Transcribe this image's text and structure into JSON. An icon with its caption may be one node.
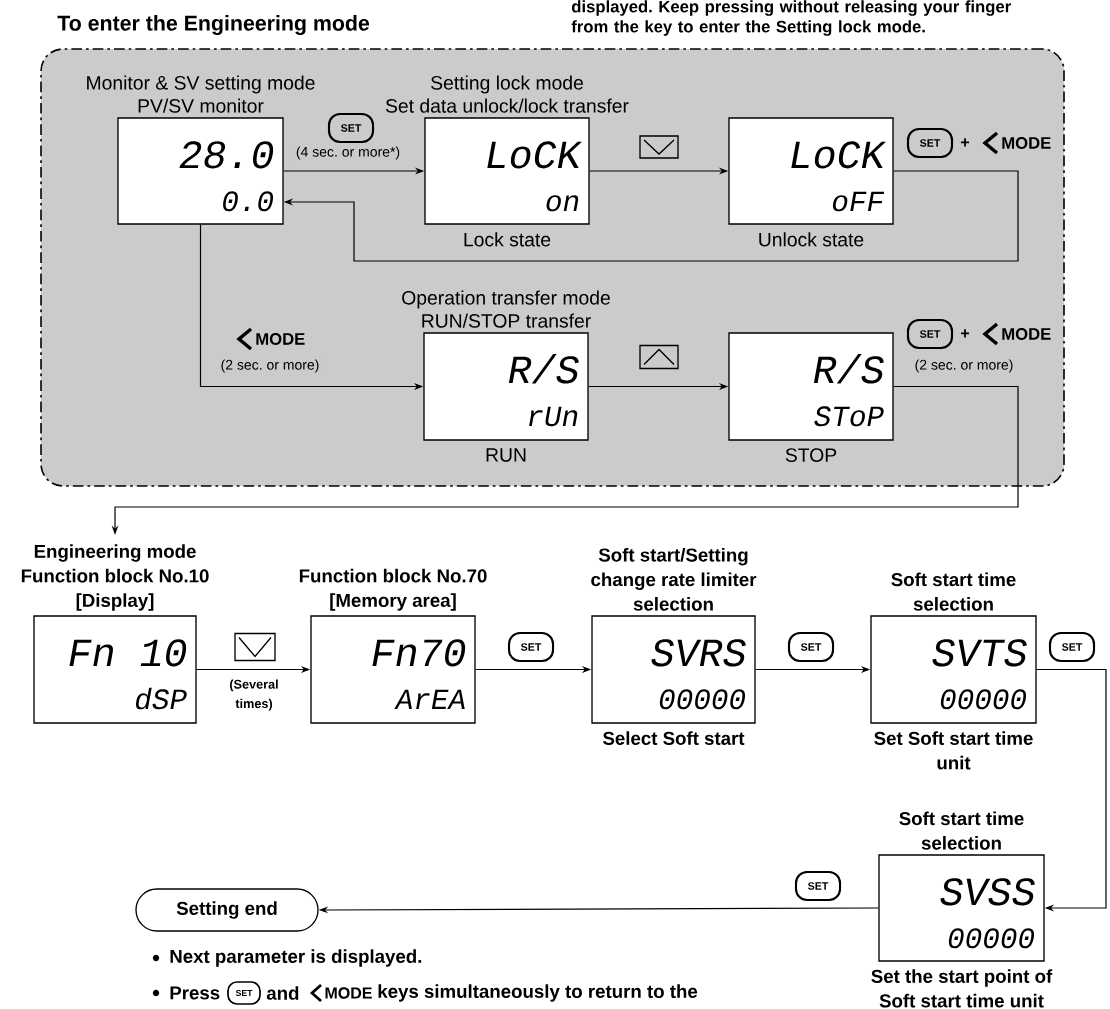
{
  "diagram": {
    "nodes": [
      {
        "text": [
          "To enter the Engineering mode"
        ]
      },
      {
        "text": [
          "Monitor & SV setting mode",
          "PV/SV monitor",
          "28.0",
          "0.0"
        ],
        "in": 0
      },
      {
        "text": [
          "Setting lock mode",
          "Set data unlock/lock transfer",
          "LoCK",
          "on"
        ],
        "beside": [
          "Lock state"
        ],
        "in": 0
      },
      {
        "text": [
          "LoCK",
          "oFF"
        ],
        "beside": [
          "Unlock state"
        ],
        "in": 0
      },
      {
        "text": [
          "Operation transfer mode",
          "RUN/STOP transfer",
          "R/S",
          "rUn"
        ],
        "beside": [
          "RUN"
        ],
        "in": 0
      },
      {
        "text": [
          "R/S",
          "SToP"
        ],
        "beside": [
          "STOP"
        ],
        "in": 0
      },
      {
        "text": [
          "Engineering mode",
          "Function block No.10",
          "[Display]",
          "Fn 10",
          "dSP"
        ]
      },
      {
        "text": [
          "Function block No.70",
          "[Memory area]",
          "Fn70",
          "ArEA"
        ]
      },
      {
        "text": [
          "Soft start/Setting change rate limiter selection",
          "SVRS",
          "00000"
        ],
        "beside": [
          "Select Soft start"
        ]
      },
      {
        "text": [
          "Soft start time selection",
          "SVTS",
          "00000"
        ],
        "beside": [
          "Set Soft start time unit"
        ]
      },
      {
        "text": [
          "Soft start time selection",
          "SVSS",
          "00000"
        ],
        "beside": [
          "Set the start point of Soft start time unit"
        ]
      },
      {
        "text": [
          "Setting end"
        ]
      }
    ],
    "edges": [
      {
        "from": 1,
        "to": 2,
        "arrow": "to",
        "label": "(4 sec. or more*)"
      },
      {
        "from": 2,
        "to": 3,
        "arrow": "to"
      },
      {
        "from": 3,
        "to": 1,
        "arrow": "to"
      },
      {
        "from": 1,
        "to": 4,
        "arrow": "to",
        "label": "(2 sec. or more)"
      },
      {
        "from": 4,
        "to": 5,
        "arrow": "to"
      },
      {
        "from": 5,
        "to": 6,
        "arrow": "to",
        "label": "(2 sec. or more)"
      },
      {
        "from": 6,
        "to": 7,
        "arrow": "to",
        "label": "(Several times)"
      },
      {
        "from": 7,
        "to": 8,
        "arrow": "to"
      },
      {
        "from": 8,
        "to": 9,
        "arrow": "to"
      },
      {
        "from": 9,
        "to": 10,
        "arrow": "to"
      },
      {
        "from": 10,
        "to": 11,
        "arrow": "to"
      }
    ],
    "labels": [
      "displayed. Keep pressing without releasing your finger from the key to enter the Setting lock mode.",
      "SET",
      "SET",
      "+",
      "MODE",
      "MODE",
      "SET",
      "+",
      "MODE",
      "SET",
      "SET",
      "SET",
      "SET",
      "Next parameter is displayed.",
      "Press",
      "SET",
      "and",
      "MODE",
      "keys simultaneously to return to the"
    ]
  }
}
